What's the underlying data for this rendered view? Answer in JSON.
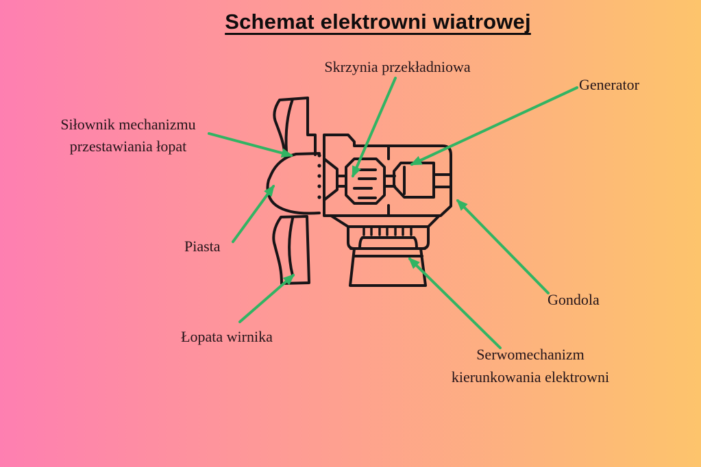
{
  "title": "Schemat elektrowni wiatrowej",
  "colors": {
    "background_gradient_left": "#fe7fb1",
    "background_gradient_right": "#fdc46c",
    "line_color": "#181417",
    "arrow_color": "#31b463",
    "label_text_color": "#231419",
    "title_color": "#0e0c0d"
  },
  "diagram": {
    "labels": {
      "gearbox": "Skrzynia przekładniowa",
      "generator": "Generator",
      "pitch_actuator_line1": "Siłownik mechanizmu",
      "pitch_actuator_line2": "przestawiania łopat",
      "hub": "Piasta",
      "rotor_blade": "Łopata wirnika",
      "nacelle": "Gondola",
      "yaw_servo_line1": "Serwomechanizm",
      "yaw_servo_line2": "kierunkowania elektrowni"
    }
  }
}
